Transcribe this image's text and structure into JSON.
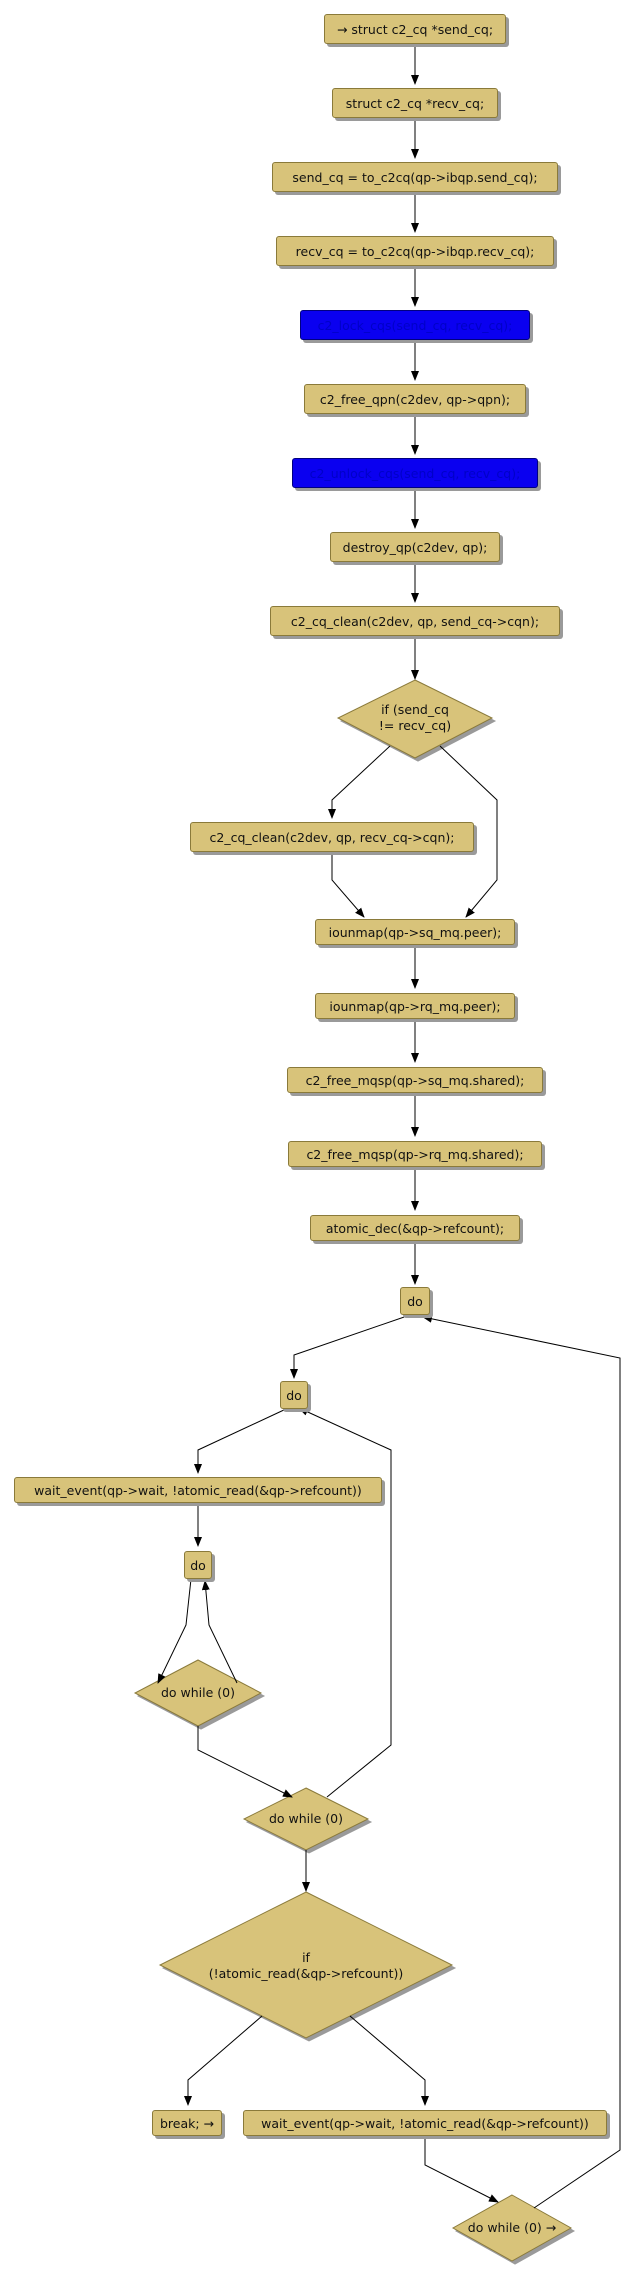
{
  "colors": {
    "node_fill": "#d8c37a",
    "highlight_fill": "#0a00f0",
    "edge": "#000000",
    "shadow": "#9a9a9a"
  },
  "nodes": {
    "n1": "→ struct c2_cq *send_cq;",
    "n2": "struct c2_cq *recv_cq;",
    "n3": "send_cq = to_c2cq(qp->ibqp.send_cq);",
    "n4": "recv_cq = to_c2cq(qp->ibqp.recv_cq);",
    "n5": "c2_lock_cqs(send_cq, recv_cq);",
    "n6": "c2_free_qpn(c2dev, qp->qpn);",
    "n7": "c2_unlock_cqs(send_cq, recv_cq);",
    "n8": "destroy_qp(c2dev, qp);",
    "n9": "c2_cq_clean(c2dev, qp, send_cq->cqn);",
    "d1": "if (send_cq\n!= recv_cq)",
    "n10": "c2_cq_clean(c2dev, qp, recv_cq->cqn);",
    "n11": "iounmap(qp->sq_mq.peer);",
    "n12": "iounmap(qp->rq_mq.peer);",
    "n13": "c2_free_mqsp(qp->sq_mq.shared);",
    "n14": "c2_free_mqsp(qp->rq_mq.shared);",
    "n15": "atomic_dec(&qp->refcount);",
    "n16": "do",
    "n17": "do",
    "n18": "wait_event(qp->wait, !atomic_read(&qp->refcount))",
    "n19": "do",
    "d2": "do while (0)",
    "d3": "do while (0)",
    "d4": "if\n(!atomic_read(&qp->refcount))",
    "n20": "break; →",
    "n21": "wait_event(qp->wait, !atomic_read(&qp->refcount))",
    "d5": "do while (0) →"
  }
}
